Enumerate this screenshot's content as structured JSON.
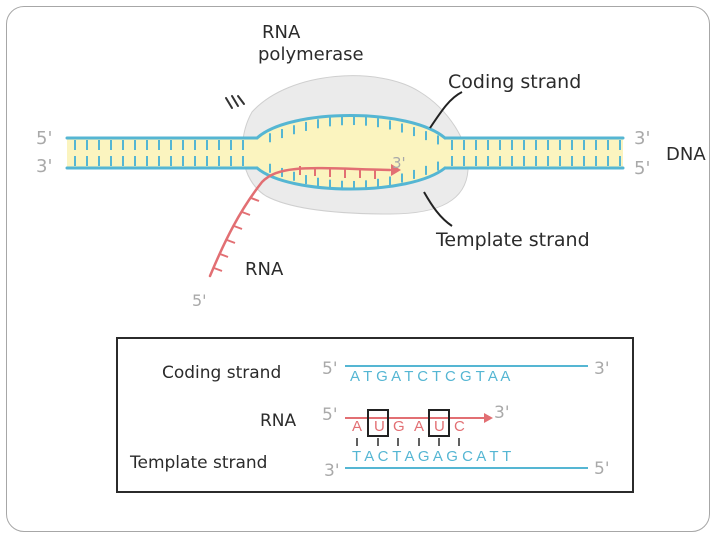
{
  "diagram": {
    "labels": {
      "rna_polymerase_line1": "RNA",
      "rna_polymerase_line2": "polymerase",
      "coding_strand": "Coding strand",
      "template_strand": "Template strand",
      "dna": "DNA",
      "rna": "RNA"
    },
    "ends": {
      "left_top": "5'",
      "left_bottom": "3'",
      "right_top": "3'",
      "right_bottom": "5'",
      "rna_3prime": "3'",
      "rna_5prime": "5'"
    }
  },
  "sequence_box": {
    "rows": [
      {
        "label": "Coding strand",
        "end_left": "5'",
        "bases": "A T G A T C T C G T A A",
        "end_right": "3'"
      },
      {
        "label": "RNA",
        "end_left": "5'",
        "bases": [
          "A",
          "U",
          "G",
          "A",
          "U",
          "C"
        ],
        "end_right": "3'"
      },
      {
        "label": "Template strand",
        "end_left": "3'",
        "bases": "T A C T A G A G C A T T",
        "end_right": "5'"
      }
    ]
  },
  "colors": {
    "teal": "#55b6d3",
    "pink": "#e26f73",
    "yellow": "#fbf4bf",
    "polymerase": "#ebebeb",
    "ink": "#2b2b2b",
    "gray_text": "#a9a9a9"
  }
}
